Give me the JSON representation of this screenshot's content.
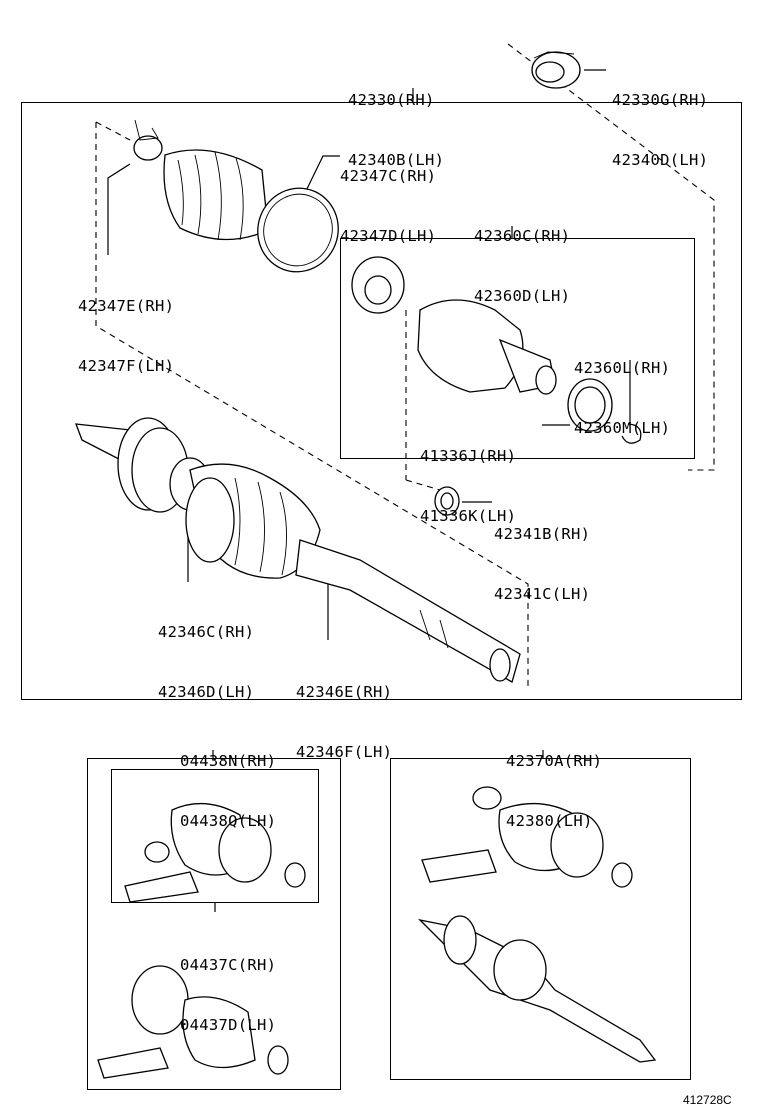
{
  "callouts": {
    "drive_shaft": [
      "42330(RH)",
      "42340B(LH)"
    ],
    "dust_seal": [
      "42330G(RH)",
      "42340D(LH)"
    ],
    "boot_clamp_outer_big": [
      "42347C(RH)",
      "42347D(LH)"
    ],
    "boot_clamp_outer_small": [
      "42347E(RH)",
      "42347F(LH)"
    ],
    "inboard_joint": [
      "42360C(RH)",
      "42360D(LH)"
    ],
    "snap_ring_inner": [
      "42360L(RH)",
      "42360M(LH)"
    ],
    "seal_ring": [
      "41336J(RH)",
      "41336K(LH)"
    ],
    "snap_ring": [
      "42341B(RH)",
      "42341C(LH)"
    ],
    "boot_clamp_inner_big": [
      "42346C(RH)",
      "42346D(LH)"
    ],
    "boot_clamp_inner_small": [
      "42346E(RH)",
      "42346F(LH)"
    ],
    "boot_kit_outboard": [
      "04438N(RH)",
      "04438Q(LH)"
    ],
    "boot_kit_inboard": [
      "04437C(RH)",
      "04437D(LH)"
    ],
    "shaft_assy": [
      "42370A(RH)",
      "42380(LH)"
    ]
  },
  "diagram_id": "412728C",
  "icons": [
    "boot-icon",
    "clamp-icon",
    "shaft-icon",
    "snap-ring-icon",
    "grease-pack-icon",
    "dust-seal-icon"
  ]
}
